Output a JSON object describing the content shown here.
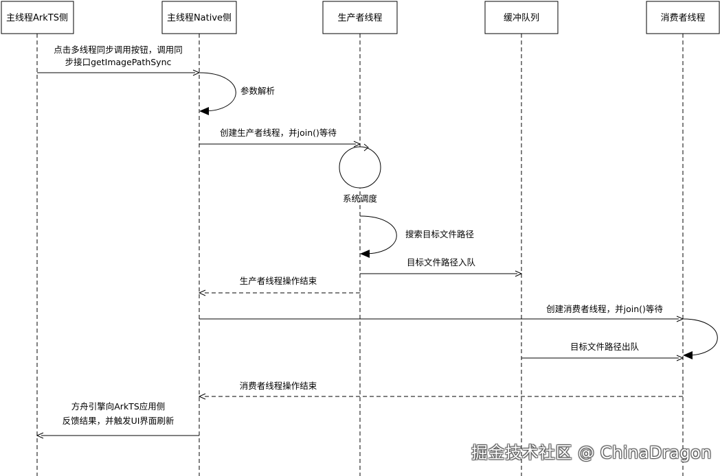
{
  "participants": [
    {
      "label": "主线程ArkTS侧"
    },
    {
      "label": "主线程Native侧"
    },
    {
      "label": "生产者线程"
    },
    {
      "label": "缓冲队列"
    },
    {
      "label": "消费者线程"
    }
  ],
  "messages": {
    "m1": {
      "line1": "点击多线程同步调用按钮，调用同",
      "line2": "步接口getImagePathSync"
    },
    "m2": "参数解析",
    "m3": "创建生产者线程，并join()等待",
    "m4": "系统调度",
    "m5": "搜索目标文件路径",
    "m6": "目标文件路径入队",
    "m7": "生产者线程操作结束",
    "m8": "创建消费者线程，并join()等待",
    "m9": "目标文件路径出队",
    "m10": "消费者线程操作结束",
    "m11": {
      "line1": "方舟引擎向ArkTS应用侧",
      "line2": "反馈结果，并触发UI界面刷新"
    }
  },
  "watermark": "掘金技术社区 @ ChinaDragon"
}
